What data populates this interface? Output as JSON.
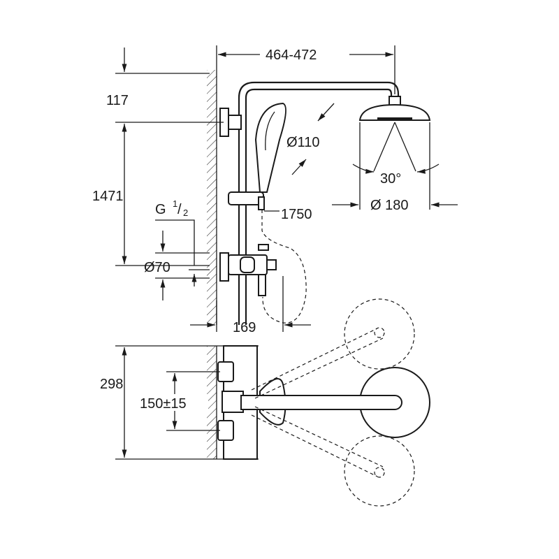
{
  "dimensions": {
    "arm_length": "464-472",
    "top_offset": "117",
    "hand_shower_diameter": "Ø110",
    "spray_angle": "30°",
    "height": "1471",
    "thread_g": "G",
    "thread_num": "1",
    "thread_den": "2",
    "hose_length": "1750",
    "head_shower_diameter": "Ø 180",
    "rosette_diameter": "Ø70",
    "spout_projection": "169",
    "depth": "298",
    "centers": "150±15"
  }
}
